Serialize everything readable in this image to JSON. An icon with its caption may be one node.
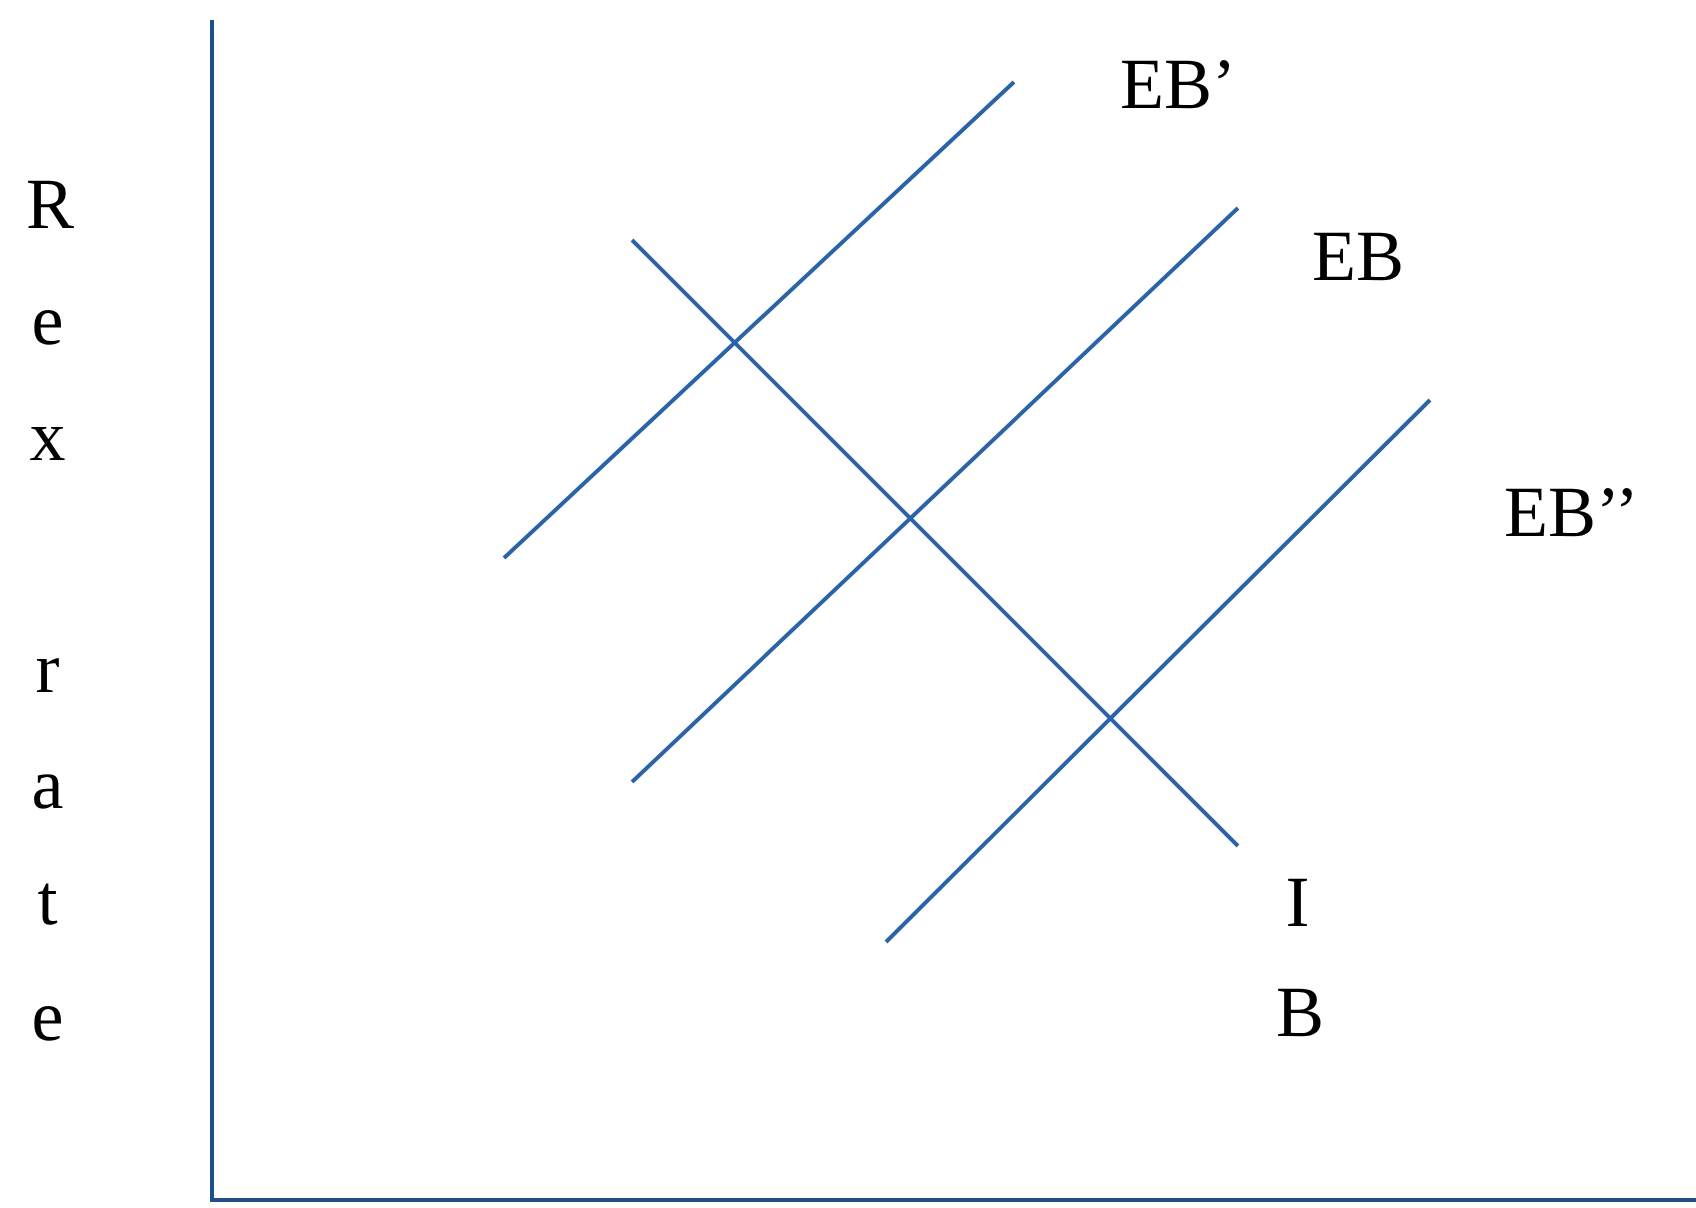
{
  "diagram": {
    "labels": [
      "EB’",
      "EB",
      "EB’’",
      "Rex",
      "rate",
      "IB"
    ]
  }
}
